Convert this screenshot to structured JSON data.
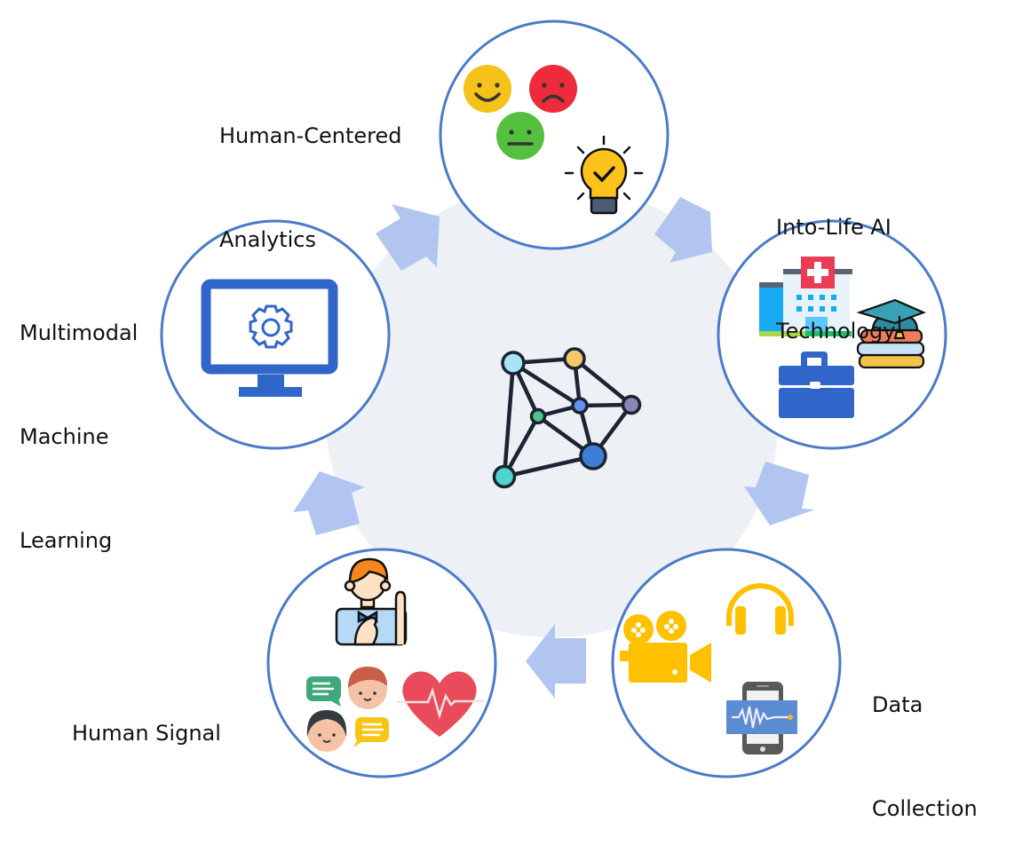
{
  "title": "Human-Centered AI Cycle",
  "colors": {
    "circle_stroke": "#4a7bc8",
    "arrow_fill": "#b2c5f0",
    "hub_fill": "#edf0f4",
    "text": "#111111",
    "icon_blue": "#3066c9",
    "icon_yellow": "#ffc000"
  },
  "center": {
    "icon": "network-graph-icon"
  },
  "stages": [
    {
      "id": "human-centered-analytics",
      "label_line1": "Human-Centered",
      "label_line2": "Analytics",
      "icons": [
        "happy-face-icon",
        "sad-face-icon",
        "neutral-face-icon",
        "lightbulb-check-icon"
      ]
    },
    {
      "id": "into-life-ai-technology",
      "label_line1": "Into-Life AI",
      "label_line2": "Technology",
      "icons": [
        "hospital-icon",
        "graduation-books-icon",
        "briefcase-icon"
      ]
    },
    {
      "id": "data-collection",
      "label_line1": "Data",
      "label_line2": "Collection",
      "icons": [
        "video-camera-icon",
        "headphones-icon",
        "phone-waveform-icon"
      ]
    },
    {
      "id": "human-signal",
      "label_line1": "Human Signal",
      "label_line2": "",
      "icons": [
        "person-gesture-icon",
        "chat-people-icon",
        "heart-rate-icon"
      ]
    },
    {
      "id": "multimodal-machine-learning",
      "label_line1": "Multimodal",
      "label_line2": "Machine",
      "label_line3": "Learning",
      "icons": [
        "monitor-gear-icon"
      ]
    }
  ],
  "flow_direction": "clockwise"
}
